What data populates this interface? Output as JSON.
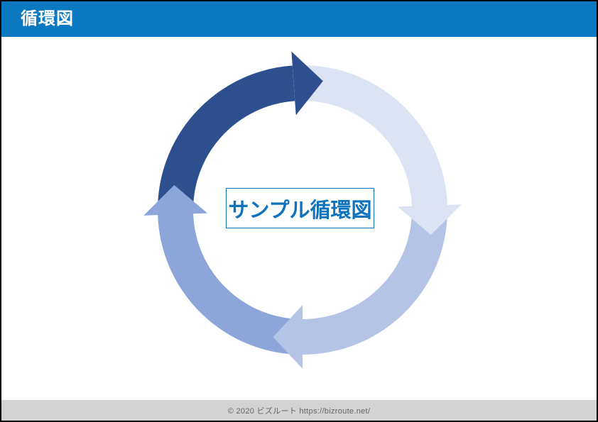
{
  "header": {
    "title": "循環図",
    "background_color": "#0b79c2",
    "text_color": "#ffffff"
  },
  "diagram": {
    "type": "cycle",
    "direction": "clockwise",
    "center_label": "サンプル循環図",
    "center_label_color": "#0e72bc",
    "center_label_border_color": "#0e72bc",
    "center_label_background": "#ffffff",
    "segments": [
      {
        "name": "segment-1",
        "color": "#2e4f8e",
        "start_angle": 268,
        "end_angle": 356
      },
      {
        "name": "segment-2",
        "color": "#dce3f3",
        "start_angle": 356,
        "end_angle": 88
      },
      {
        "name": "segment-3",
        "color": "#b4c3e6",
        "start_angle": 88,
        "end_angle": 180
      },
      {
        "name": "segment-4",
        "color": "#8ca6da",
        "start_angle": 180,
        "end_angle": 268
      }
    ]
  },
  "footer": {
    "text": "© 2020 ビズルート https://bizroute.net/",
    "background_color": "#d3d3d3",
    "text_color": "#666666"
  }
}
